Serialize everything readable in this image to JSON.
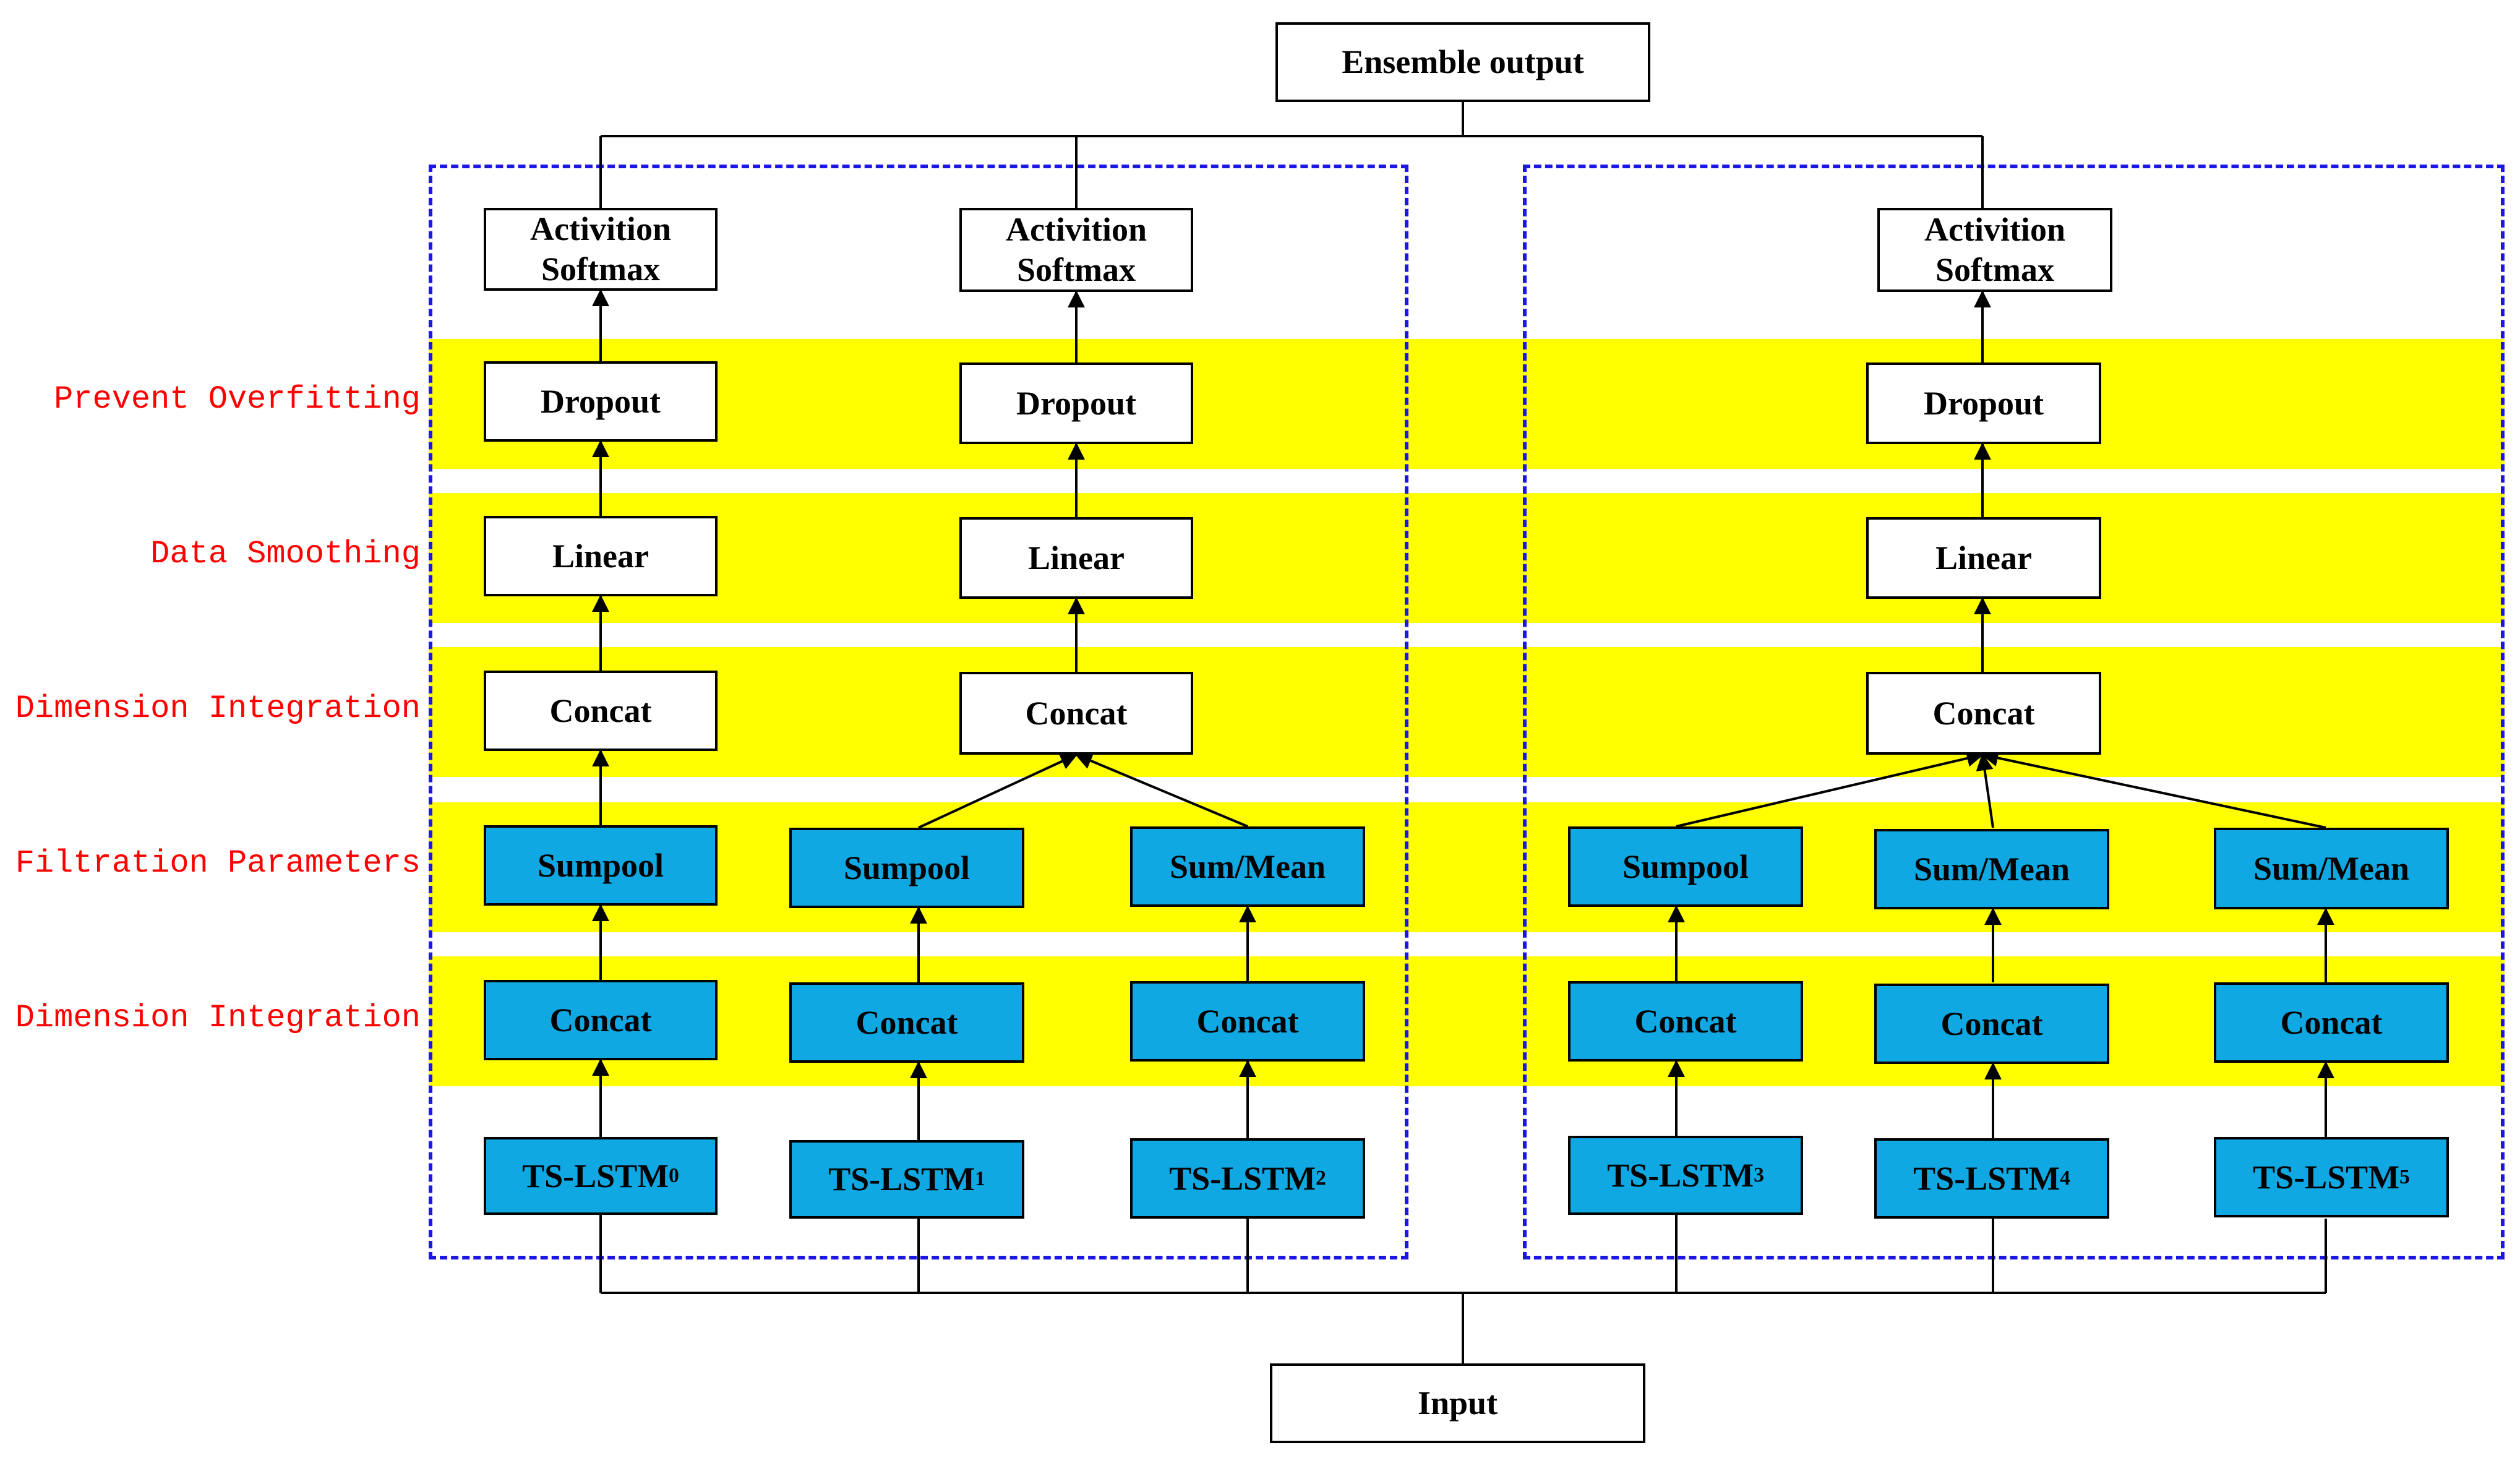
{
  "colors": {
    "band": "#ffff00",
    "module_fill": "#0fa8e2",
    "group_border": "#1d17e6",
    "layer_label": "#ff0000"
  },
  "top": {
    "ensemble_output": "Ensemble output"
  },
  "bottom": {
    "input": "Input"
  },
  "layer_labels": {
    "prevent_overfitting": "Prevent Overfitting",
    "data_smoothing": "Data Smoothing",
    "dimension_integration_top": "Dimension Integration",
    "filtration_parameters": "Filtration Parameters",
    "dimension_integration_bottom": "Dimension Integration"
  },
  "heads": [
    {
      "activation_line1": "Activition",
      "activation_line2": "Softmax",
      "dropout": "Dropout",
      "linear": "Linear",
      "concat": "Concat"
    },
    {
      "activation_line1": "Activition",
      "activation_line2": "Softmax",
      "dropout": "Dropout",
      "linear": "Linear",
      "concat": "Concat"
    },
    {
      "activation_line1": "Activition",
      "activation_line2": "Softmax",
      "dropout": "Dropout",
      "linear": "Linear",
      "concat": "Concat"
    }
  ],
  "branches": [
    {
      "pool": "Sumpool",
      "concat": "Concat",
      "lstm": "TS-LSTM",
      "sub": "0"
    },
    {
      "pool": "Sumpool",
      "concat": "Concat",
      "lstm": "TS-LSTM",
      "sub": "1"
    },
    {
      "pool": "Sum/Mean",
      "concat": "Concat",
      "lstm": "TS-LSTM",
      "sub": "2"
    },
    {
      "pool": "Sumpool",
      "concat": "Concat",
      "lstm": "TS-LSTM",
      "sub": "3"
    },
    {
      "pool": "Sum/Mean",
      "concat": "Concat",
      "lstm": "TS-LSTM",
      "sub": "4"
    },
    {
      "pool": "Sum/Mean",
      "concat": "Concat",
      "lstm": "TS-LSTM",
      "sub": "5"
    }
  ]
}
